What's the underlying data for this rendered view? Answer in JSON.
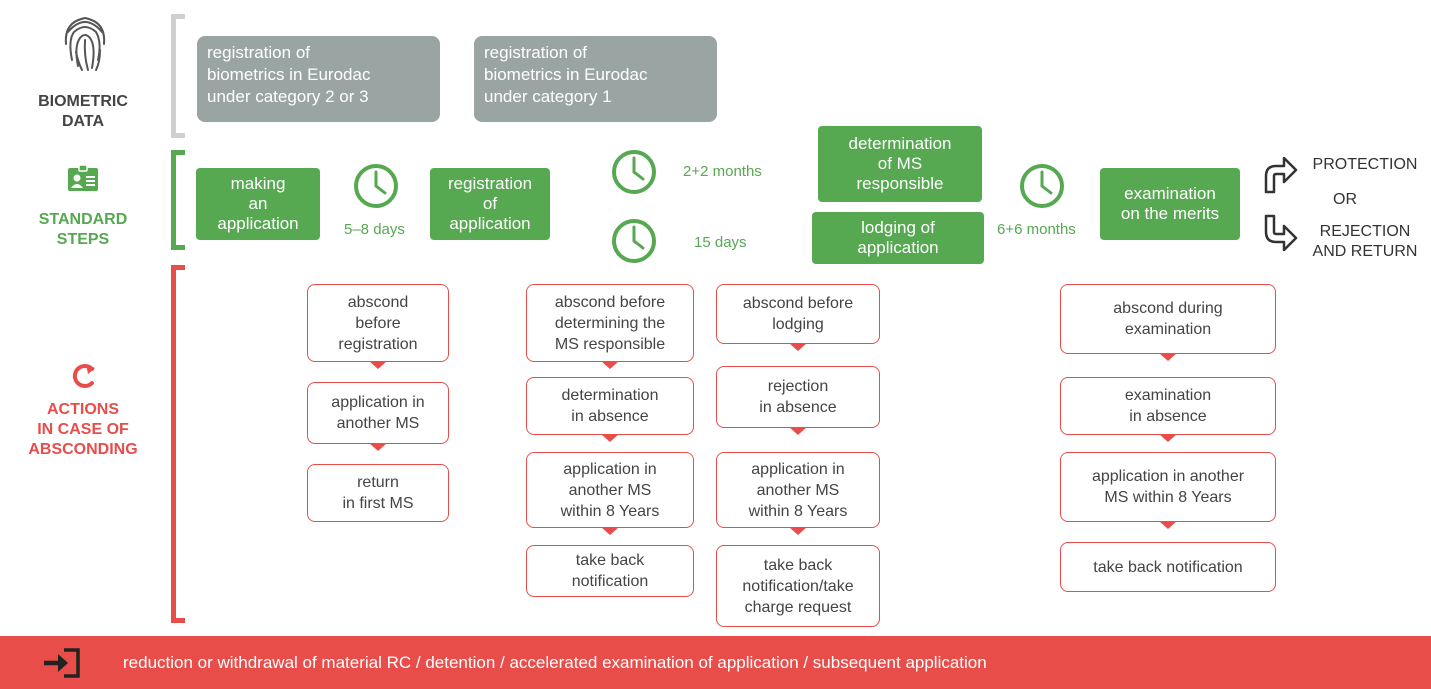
{
  "categories": {
    "biometric": "BIOMETRIC\nDATA",
    "standard": "STANDARD\nSTEPS",
    "actions": "ACTIONS\nIN CASE OF\nABSCONDING"
  },
  "biometric_boxes": [
    "registration of\nbiometrics in Eurodac\nunder category 2 or 3",
    "registration of\nbiometrics in Eurodac\nunder category 1"
  ],
  "steps": {
    "making_application": "making\nan\napplication",
    "registration_application": "registration\nof\napplication",
    "determination_ms": "determination\nof MS\nresponsible",
    "lodging_application": "lodging of\napplication",
    "examination_merits": "examination\non the merits"
  },
  "durations": {
    "d1": "5–8 days",
    "d2": "2+2 months",
    "d3": "15 days",
    "d4": "6+6 months"
  },
  "outcomes": {
    "protection": "PROTECTION",
    "or": "OR",
    "rejection": "REJECTION\nAND RETURN"
  },
  "absconding": {
    "col1": [
      "abscond\nbefore\nregistration",
      "application in\nanother MS",
      "return\nin first MS"
    ],
    "col2": [
      "abscond before\ndetermining the\nMS responsible",
      "determination\nin absence",
      "application in\nanother MS\nwithin 8 Years",
      "take back\nnotification"
    ],
    "col3": [
      "abscond before\nlodging",
      "rejection\nin absence",
      "application in\nanother MS\nwithin 8 Years",
      "take back\nnotification/take\ncharge request"
    ],
    "col4": [
      "abscond during\nexamination",
      "examination\nin absence",
      "application in another\nMS within 8 Years",
      "take back notification"
    ]
  },
  "banner": "reduction or withdrawal of material RC / detention / accelerated examination of application / subsequent application",
  "colors": {
    "grey": "#9aa5a3",
    "green": "#56a851",
    "red": "#e84d4a",
    "dark": "#444444"
  }
}
